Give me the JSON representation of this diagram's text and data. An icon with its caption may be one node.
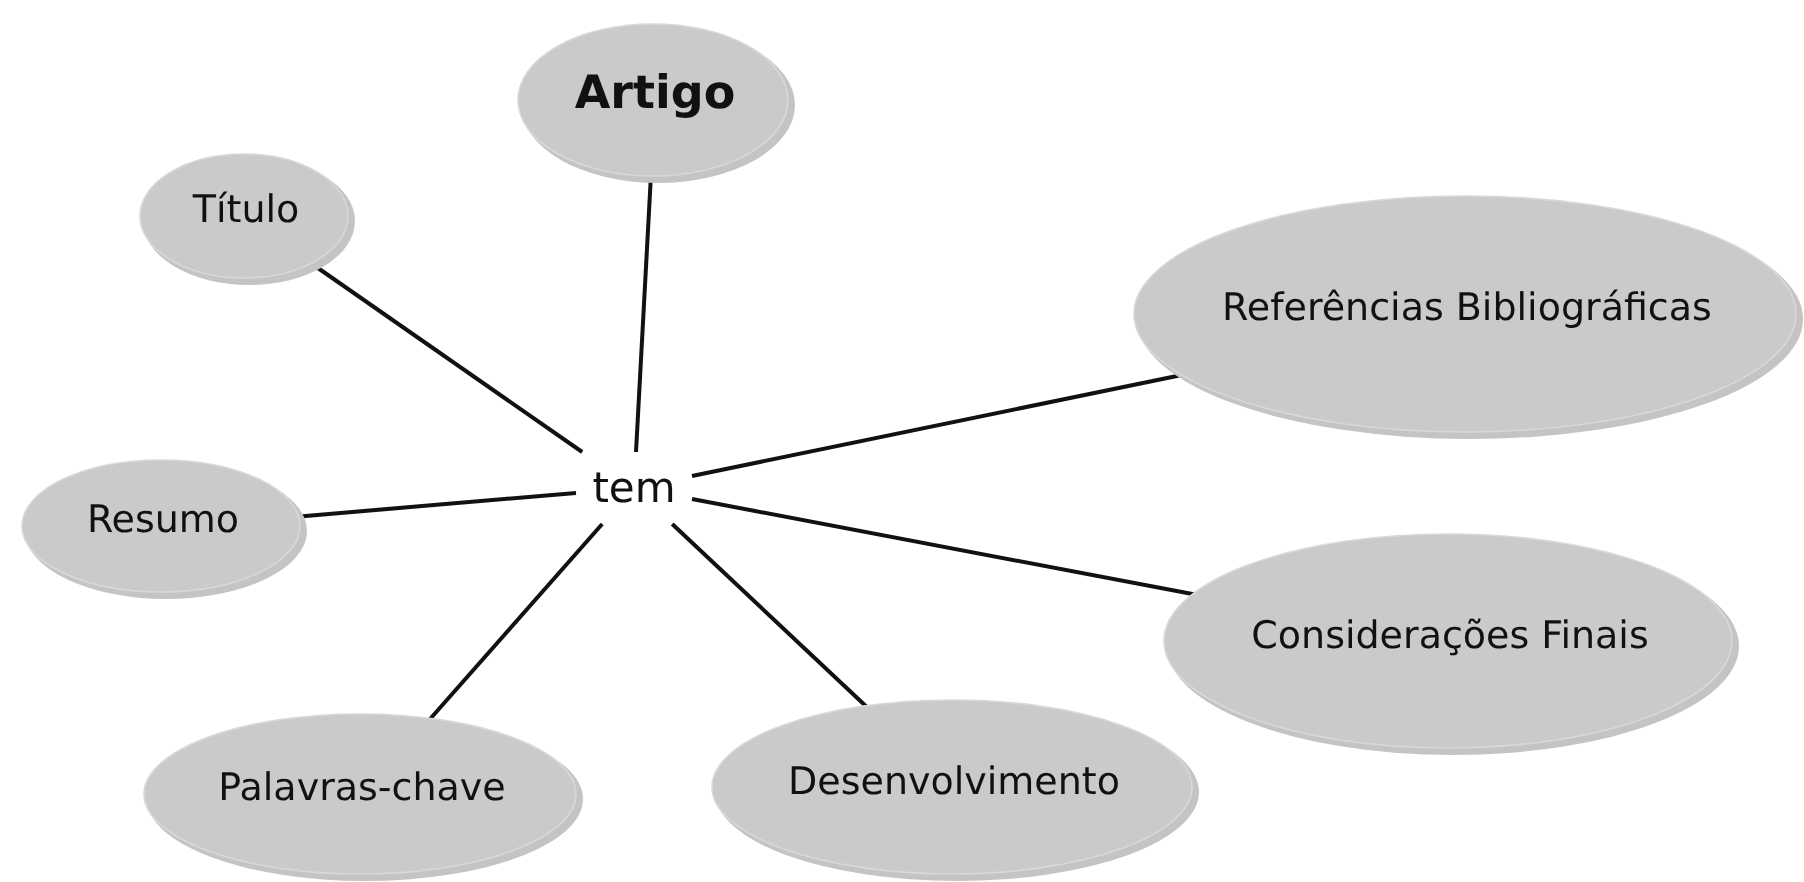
{
  "diagram": {
    "nodes": [
      {
        "text": [
          "Artigo"
        ]
      },
      {
        "text": [
          "Título"
        ]
      },
      {
        "text": [
          "tem"
        ]
      },
      {
        "text": [
          "Referências Bibliográficas"
        ]
      },
      {
        "text": [
          "Resumo"
        ]
      },
      {
        "text": [
          "Considerações Finais"
        ]
      },
      {
        "text": [
          "Palavras-chave"
        ]
      },
      {
        "text": [
          "Desenvolvimento"
        ]
      }
    ],
    "edges": [
      {
        "from": 0,
        "to": 2,
        "arrow": "none"
      },
      {
        "from": 2,
        "to": 1,
        "arrow": "none"
      },
      {
        "from": 2,
        "to": 4,
        "arrow": "none"
      },
      {
        "from": 2,
        "to": 6,
        "arrow": "none"
      },
      {
        "from": 2,
        "to": 7,
        "arrow": "none"
      },
      {
        "from": 2,
        "to": 5,
        "arrow": "none"
      },
      {
        "from": 2,
        "to": 3,
        "arrow": "none"
      }
    ]
  }
}
